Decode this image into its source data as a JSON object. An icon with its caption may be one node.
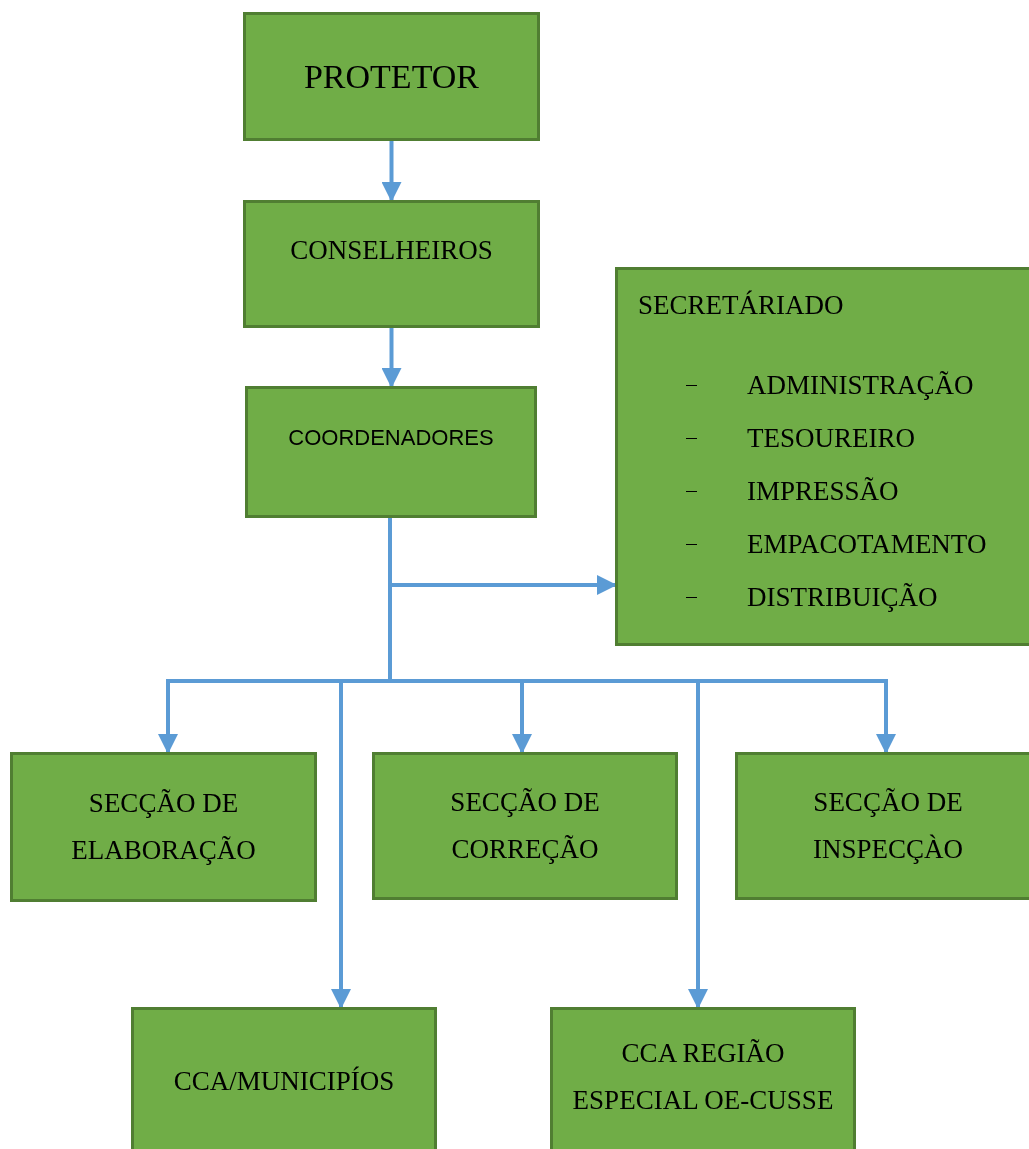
{
  "diagram": {
    "nodes": [
      {
        "text": [
          "PROTETOR"
        ]
      },
      {
        "text": [
          "CONSELHEIROS"
        ]
      },
      {
        "text": [
          "COORDENADORES"
        ]
      },
      {
        "text": [
          "SECRETÁRIADO",
          "ADMINISTRAÇÃO",
          "TESOUREIRO",
          "IMPRESSÃO",
          "EMPACOTAMENTO",
          "DISTRIBUIÇÃO"
        ]
      },
      {
        "text": [
          "SECÇÃO DE ELABORAÇÃO"
        ]
      },
      {
        "text": [
          "SECÇÃO DE CORREÇÃO"
        ]
      },
      {
        "text": [
          "SECÇÃO DE INSPECÇÀO"
        ]
      },
      {
        "text": [
          "CCA/MUNICIPÍOS"
        ]
      },
      {
        "text": [
          "CCA REGIÃO ESPECIAL OE-CUSSE"
        ]
      }
    ],
    "edges": [
      {
        "from": 0,
        "to": 1,
        "arrow": "to"
      },
      {
        "from": 1,
        "to": 2,
        "arrow": "to"
      },
      {
        "from": 2,
        "to": 3,
        "arrow": "to"
      },
      {
        "from": 2,
        "to": 4,
        "arrow": "to"
      },
      {
        "from": 2,
        "to": 5,
        "arrow": "to"
      },
      {
        "from": 2,
        "to": 6,
        "arrow": "to"
      },
      {
        "from": 2,
        "to": 7,
        "arrow": "to"
      },
      {
        "from": 2,
        "to": 8,
        "arrow": "to"
      }
    ]
  }
}
